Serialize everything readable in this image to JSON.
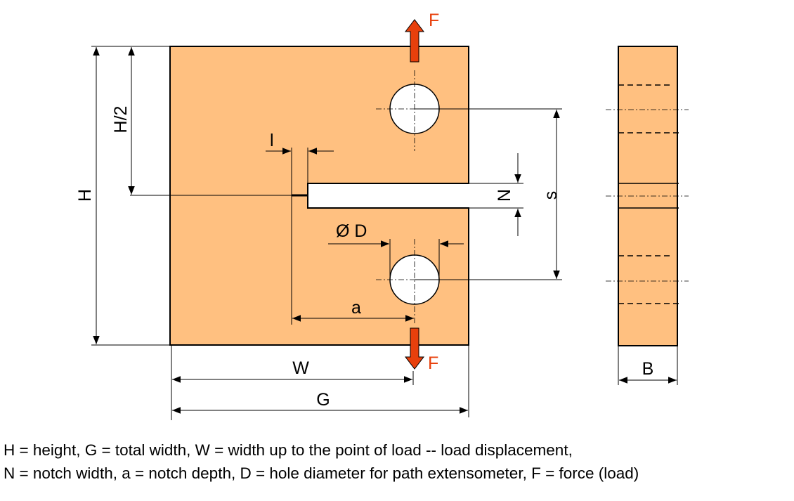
{
  "colors": {
    "specimen_fill": "#FFC080",
    "force_arrow": "#E8400C",
    "line": "#000000"
  },
  "labels": {
    "force_top": "F",
    "force_bottom": "F",
    "height": "H",
    "half_height": "H/2",
    "notch_tip_length": "l",
    "notch_width": "N",
    "hole_spacing": "s",
    "hole_diameter": "Ø D",
    "notch_depth": "a",
    "width": "W",
    "total_width": "G",
    "thickness": "B"
  },
  "caption": {
    "line1": "H = height, G = total width, W = width up to the point of load -- load displacement,",
    "line2": "N = notch width, a = notch depth, D = hole diameter for path extensometer, F = force (load)"
  }
}
